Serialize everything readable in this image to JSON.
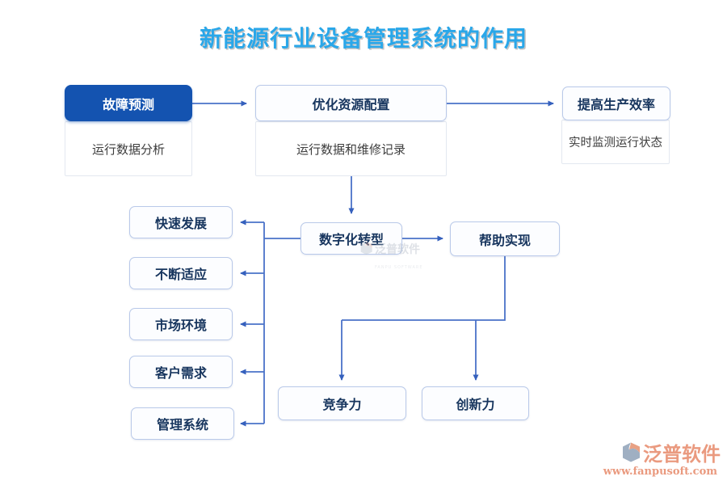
{
  "title": {
    "text": "新能源行业设备管理系统的作用"
  },
  "flow": {
    "fault": {
      "label": "故障预测",
      "detail": "运行数据分析"
    },
    "optimize": {
      "label": "优化资源配置",
      "detail": "运行数据和维修记录"
    },
    "efficiency": {
      "label": "提高生产效率",
      "detail": "实时监测运行状态"
    },
    "digital": {
      "label": "数字化转型"
    },
    "help": {
      "label": "帮助实现"
    },
    "factors": [
      {
        "label": "快速发展"
      },
      {
        "label": "不断适应"
      },
      {
        "label": "市场环境"
      },
      {
        "label": "客户需求"
      },
      {
        "label": "管理系统"
      }
    ],
    "outcomes": [
      {
        "label": "竞争力"
      },
      {
        "label": "创新力"
      }
    ]
  },
  "watermark": {
    "brand": "泛普软件",
    "sub": "FANPU SOFTWARE"
  },
  "logo": {
    "brand": "泛普软件",
    "url": "www.fanpusoft.com"
  },
  "colors": {
    "title_blue": "#2aa7e9",
    "node_fill_blue": "#1453b0",
    "node_border": "#b9c9e9",
    "node_text": "#17355e",
    "connector": "#4a72c8",
    "arrowhead": "#3560bd",
    "logo_salmon": "#ea9a7f"
  }
}
